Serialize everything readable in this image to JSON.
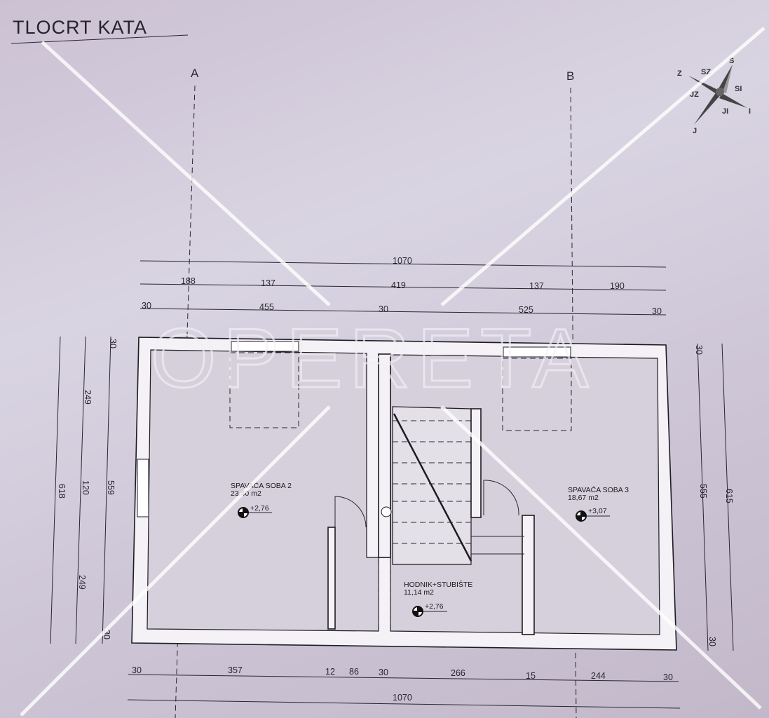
{
  "title": "TLOCRT KATA",
  "axes": {
    "a": "A",
    "b": "B"
  },
  "compass": {
    "n": "S",
    "w": "Z",
    "e": "I",
    "s": "J",
    "nw": "SZ",
    "ne": "SI",
    "sw": "JZ",
    "se": "JI"
  },
  "watermark": "OPERETA",
  "dimensions": {
    "top_total": "1070",
    "top_row2": [
      "188",
      "137",
      "419",
      "137",
      "190"
    ],
    "top_row3": [
      "30",
      "455",
      "30",
      "525",
      "30"
    ],
    "bottom_row1": [
      "30",
      "357",
      "12",
      "86",
      "30",
      "266",
      "15",
      "244",
      "30"
    ],
    "bottom_total": "1070",
    "left_total": "618",
    "left_row2": [
      "249",
      "120",
      "249"
    ],
    "left_row3": [
      "30",
      "559",
      "30"
    ],
    "right_row1": [
      "30",
      "555",
      "30"
    ],
    "right_total": "615"
  },
  "rooms": [
    {
      "name": "SPAVAĆA SOBA 2",
      "area": "23,40 m2",
      "level": "+2,76"
    },
    {
      "name": "HODNIK+STUBIŠTE",
      "area": "11,14 m2",
      "level": "+2,76"
    },
    {
      "name": "SPAVAĆA SOBA 3",
      "area": "18,67 m2",
      "level": "+3,07"
    }
  ]
}
